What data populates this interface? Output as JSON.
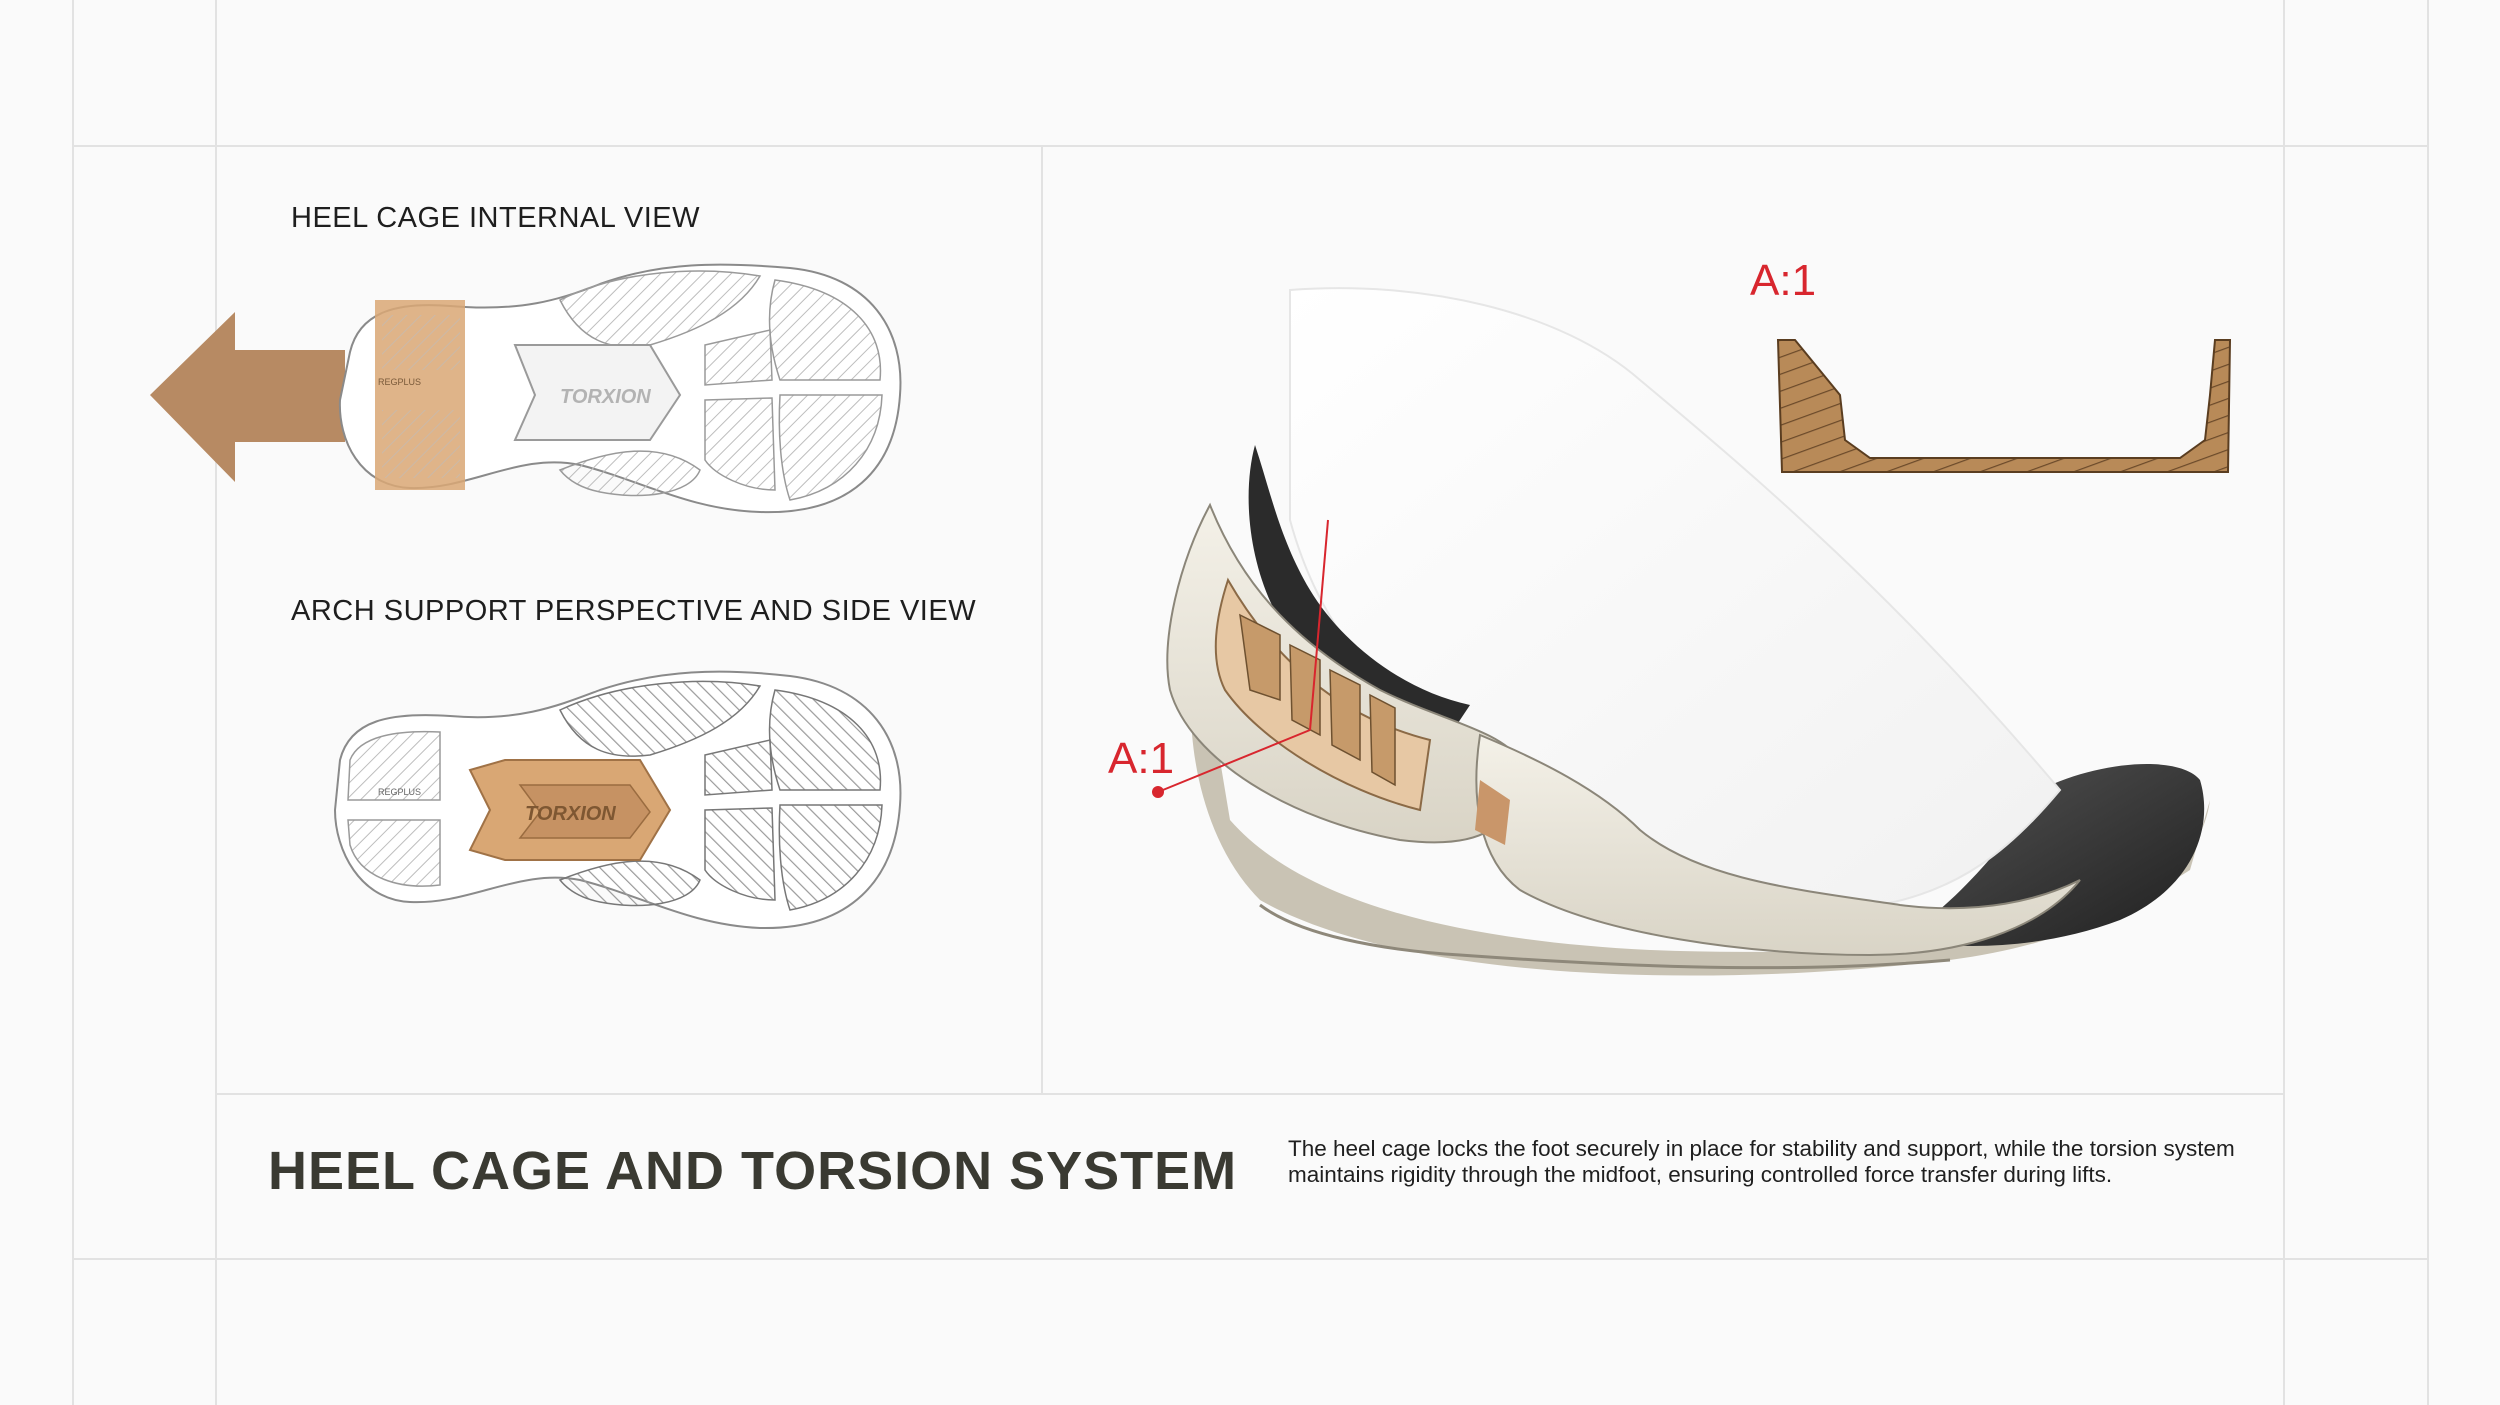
{
  "sections": {
    "heel_cage_label": "HEEL CAGE INTERNAL VIEW",
    "arch_support_label": "ARCH SUPPORT PERSPECTIVE AND SIDE VIEW"
  },
  "callouts": {
    "section_marker": "A:1",
    "section_marker_detail": "A:1"
  },
  "footer": {
    "title": "HEEL CAGE AND TORSION SYSTEM",
    "description": "The heel cage locks the foot securely in place for stability and support, while the torsion system maintains rigidity through the midfoot, ensuring controlled force transfer during lifts."
  },
  "sole": {
    "brand_mark": "REGPLUS",
    "torsion_logo": "TORXION"
  },
  "colors": {
    "accent_tan": "#c9966a",
    "callout_red": "#d8262e",
    "title_dark": "#3a3a32"
  }
}
